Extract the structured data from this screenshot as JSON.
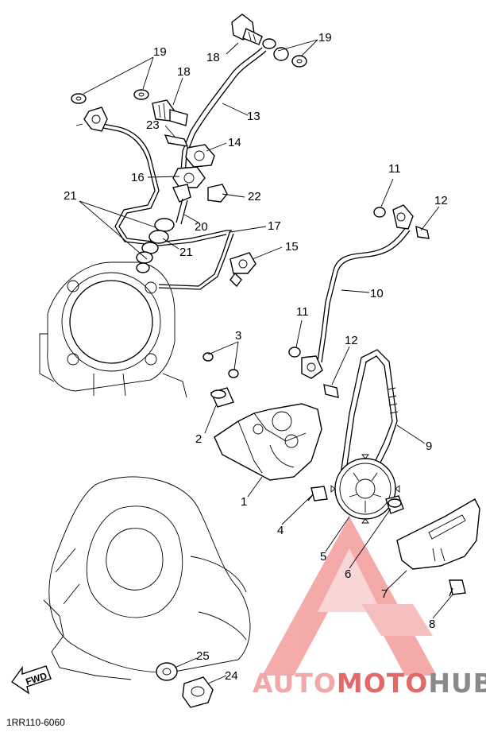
{
  "diagram": {
    "callouts": [
      {
        "id": "c19a",
        "label": "19"
      },
      {
        "id": "c18a",
        "label": "18"
      },
      {
        "id": "c19b",
        "label": "19"
      },
      {
        "id": "c18b",
        "label": "18"
      },
      {
        "id": "c13",
        "label": "13"
      },
      {
        "id": "c23",
        "label": "23"
      },
      {
        "id": "c14",
        "label": "14"
      },
      {
        "id": "c16",
        "label": "16"
      },
      {
        "id": "c22",
        "label": "22"
      },
      {
        "id": "c21a",
        "label": "21"
      },
      {
        "id": "c20",
        "label": "20"
      },
      {
        "id": "c17",
        "label": "17"
      },
      {
        "id": "c21b",
        "label": "21"
      },
      {
        "id": "c15",
        "label": "15"
      },
      {
        "id": "c11a",
        "label": "11"
      },
      {
        "id": "c12a",
        "label": "12"
      },
      {
        "id": "c10",
        "label": "10"
      },
      {
        "id": "c11b",
        "label": "11"
      },
      {
        "id": "c3",
        "label": "3"
      },
      {
        "id": "c12b",
        "label": "12"
      },
      {
        "id": "c9",
        "label": "9"
      },
      {
        "id": "c2",
        "label": "2"
      },
      {
        "id": "c1",
        "label": "1"
      },
      {
        "id": "c4",
        "label": "4"
      },
      {
        "id": "c5",
        "label": "5"
      },
      {
        "id": "c6",
        "label": "6"
      },
      {
        "id": "c7",
        "label": "7"
      },
      {
        "id": "c8",
        "label": "8"
      },
      {
        "id": "c25",
        "label": "25"
      },
      {
        "id": "c24",
        "label": "24"
      }
    ],
    "fwd_label": "FWD",
    "drawing_code": "1RR110-6060"
  },
  "watermark": {
    "part1": "AUTO",
    "part2": "MOTO",
    "part3": "HUB",
    "color1": "#f0a8a8",
    "color2": "#e06a6a",
    "color3": "#8a8a8a"
  }
}
